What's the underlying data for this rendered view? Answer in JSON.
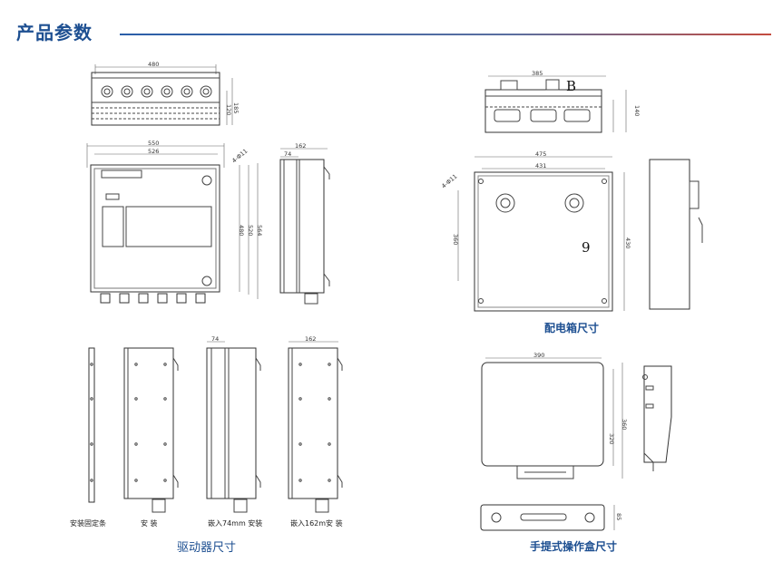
{
  "header": {
    "title": "产品参数"
  },
  "captions": {
    "driver": "驱动器尺寸",
    "dist_box": "配电箱尺寸",
    "handheld": "手提式操作盒尺寸"
  },
  "install_labels": [
    "安装固定条",
    "安 装",
    "嵌入74mm 安装",
    "嵌入162m安 装"
  ],
  "driver_dims": {
    "top_width": "480",
    "top_h1": "120",
    "top_h2": "185",
    "front_w1": "550",
    "front_w2": "526",
    "hole": "4-Φ11",
    "front_h1": "480",
    "front_h2": "520",
    "front_h3": "564",
    "side_w": "162",
    "side_w2": "74",
    "side_embed74": "74",
    "side_embed162": "162"
  },
  "dist_dims": {
    "top_width": "385",
    "top_label": "B",
    "top_h": "140",
    "front_w_outer": "475",
    "front_w": "431",
    "hole": "4-Φ11",
    "front_h_left": "360",
    "front_h_right": "430",
    "marker": "9"
  },
  "handheld_dims": {
    "width": "390",
    "h1": "320",
    "h2": "360",
    "bottom_h": "85"
  }
}
